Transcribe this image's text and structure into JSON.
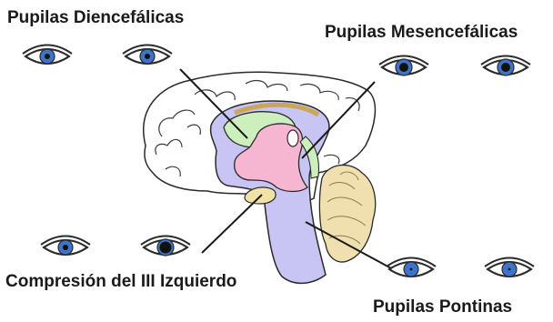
{
  "labels": {
    "diencephalic": "Pupilas Diencefálicas",
    "mesencephalic": "Pupilas Mesencefálicas",
    "compression": "Compresión del III Izquierdo",
    "pontine": "Pupilas Pontinas"
  },
  "colors": {
    "outline": "#2a2a2a",
    "cortex": "#ffffff",
    "inner_lavender": "#c8c4f3",
    "thalamus_green": "#cdeebd",
    "midbrain_pink": "#f6b6d2",
    "cerebellum_tan": "#f0e0b0",
    "iris_blue": "#3d74c9"
  },
  "pupils": {
    "diencephalic": "small",
    "mesencephalic": "mid-size",
    "compression_left": "normal",
    "compression_right": "dilated",
    "pontine": "pinpoint"
  }
}
